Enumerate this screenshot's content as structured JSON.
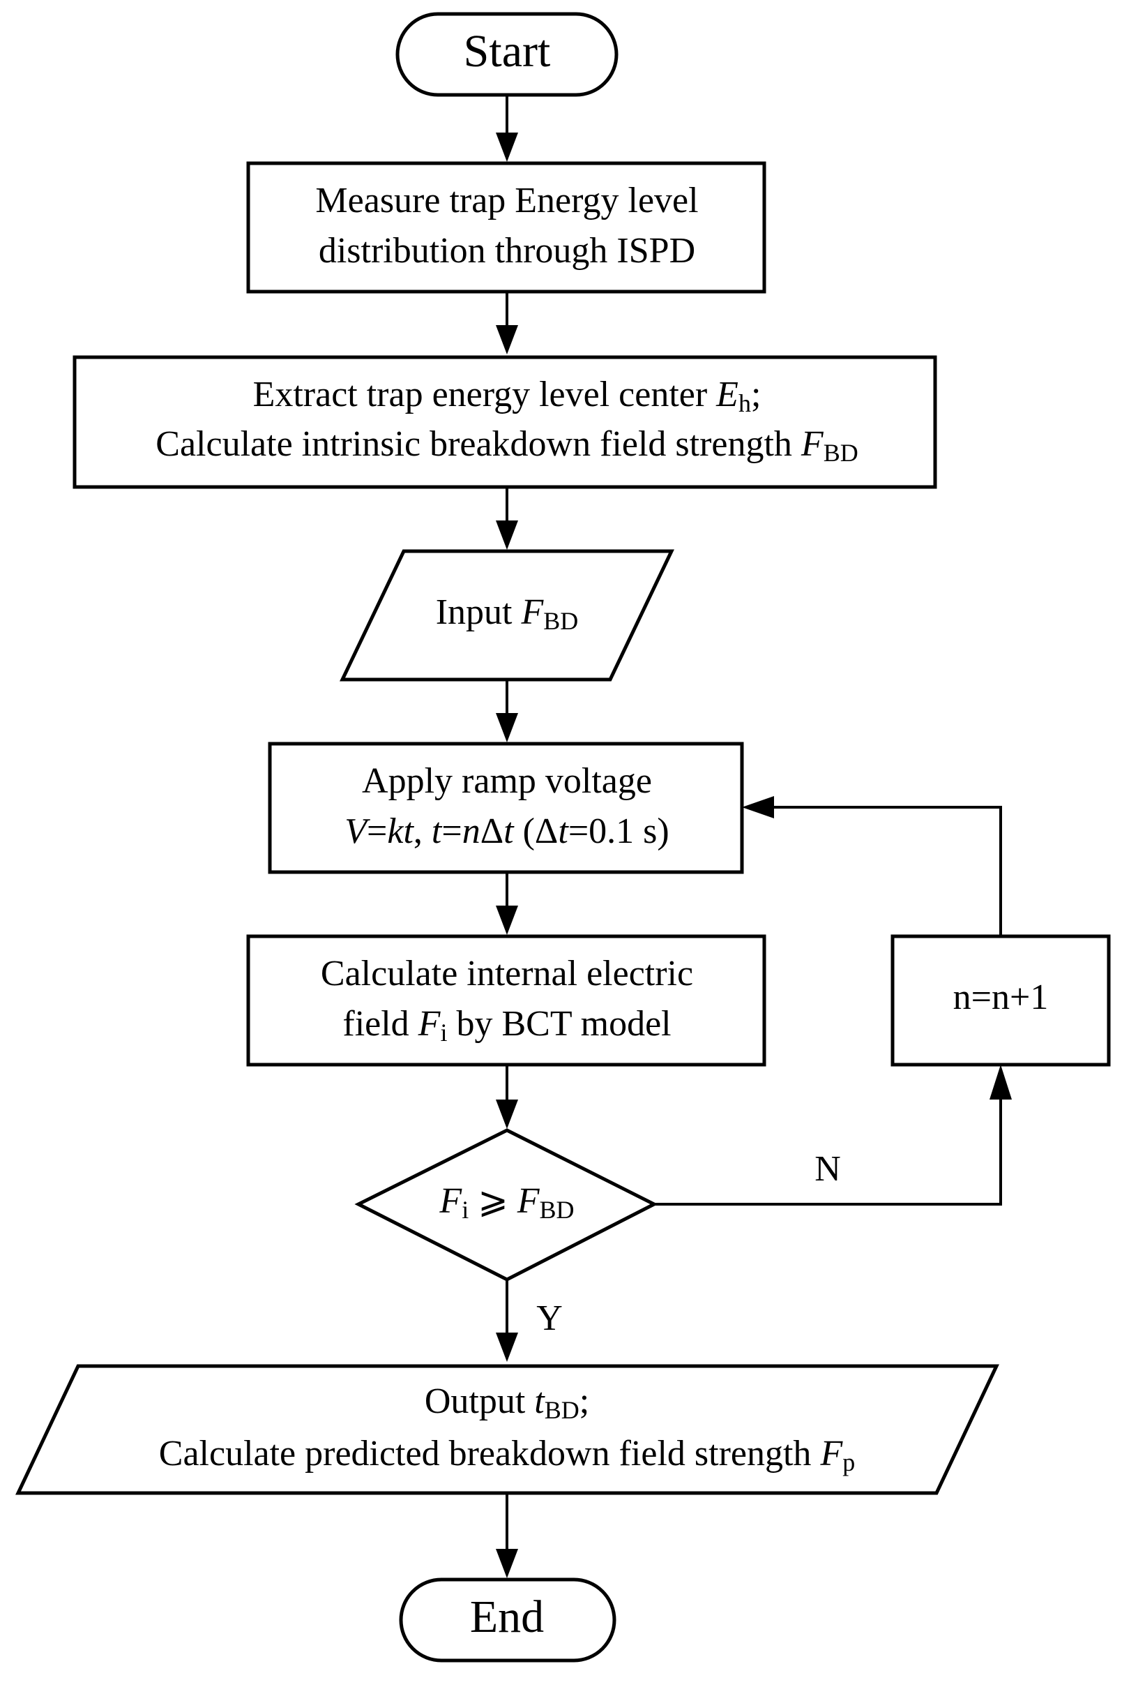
{
  "nodes": {
    "start": {
      "text": "Start"
    },
    "measure": {
      "line1": "Measure trap Energy level",
      "line2": "distribution through ISPD"
    },
    "extract": {
      "line1_text": "Extract trap energy level center ",
      "line1_var": "E",
      "line1_sub": "h",
      "line1_end": ";",
      "line2_text": "Calculate intrinsic breakdown field strength ",
      "line2_var": "F",
      "line2_sub": "BD"
    },
    "input": {
      "text": "Input ",
      "var": "F",
      "sub": "BD"
    },
    "apply": {
      "line1": "Apply ramp voltage",
      "line2": {
        "v": "V",
        "eq1": "=",
        "kt": "kt",
        "comma": ", ",
        "t1": "t",
        "eq2": "=",
        "n": "n",
        "delta": "Δ",
        "t2": "t",
        "paren_open": " (Δ",
        "t3": "t",
        "rest": "=0.1 s)"
      }
    },
    "calc_field": {
      "line1": "Calculate internal electric",
      "line2_pre": "field ",
      "line2_var": "F",
      "line2_sub": "i",
      "line2_post": " by BCT model"
    },
    "decision": {
      "var1": "F",
      "sub1": "i",
      "op": " ⩾ ",
      "var2": "F",
      "sub2": "BD"
    },
    "increment": {
      "text": "n=n+1"
    },
    "output": {
      "line1_text": "Output ",
      "line1_var": "t",
      "line1_sub": "BD",
      "line1_end": ";",
      "line2_text": "Calculate predicted breakdown field strength ",
      "line2_var": "F",
      "line2_sub": "p"
    },
    "end": {
      "text": "End"
    }
  },
  "edges": {
    "no_label": "N",
    "yes_label": "Y"
  }
}
